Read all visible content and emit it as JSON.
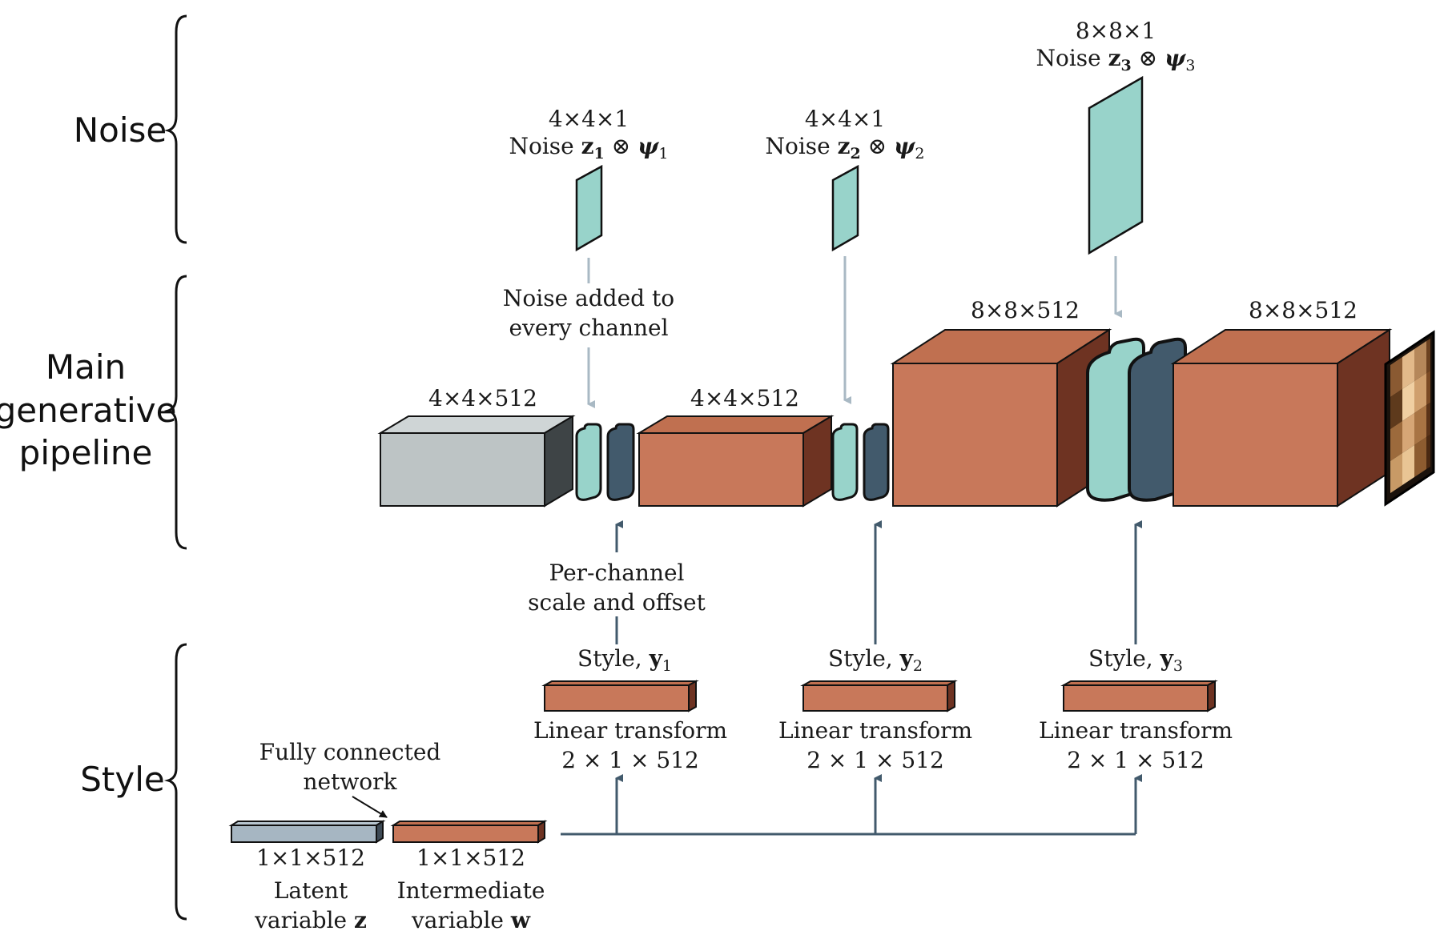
{
  "sections": {
    "noise": "Noise",
    "main_line1": "Main",
    "main_line2": "generative",
    "main_line3": "pipeline",
    "style": "Style"
  },
  "noise_maps": [
    {
      "dims": "4×4×1",
      "noise_prefix": "Noise ",
      "z": "z",
      "z_sub": "1",
      "otimes": " ⊗ ",
      "psi": "ψ",
      "psi_sub": "1"
    },
    {
      "dims": "4×4×1",
      "noise_prefix": "Noise ",
      "z": "z",
      "z_sub": "2",
      "otimes": " ⊗ ",
      "psi": "ψ",
      "psi_sub": "2"
    },
    {
      "dims": "8×8×1",
      "noise_prefix": "Noise ",
      "z": "z",
      "z_sub": "3",
      "otimes": " ⊗ ",
      "psi": "ψ",
      "psi_sub": "3"
    }
  ],
  "noise_added_line1": "Noise added to",
  "noise_added_line2": "every channel",
  "feature_blocks": [
    "4×4×512",
    "4×4×512",
    "8×8×512",
    "8×8×512"
  ],
  "per_channel_line1": "Per-channel",
  "per_channel_line2": "scale and offset",
  "styles": [
    {
      "prefix": "Style, ",
      "y": "y",
      "sub": "1",
      "transform": "Linear transform",
      "dims": "2 × 1 × 512"
    },
    {
      "prefix": "Style, ",
      "y": "y",
      "sub": "2",
      "transform": "Linear transform",
      "dims": "2 × 1 × 512"
    },
    {
      "prefix": "Style, ",
      "y": "y",
      "sub": "3",
      "transform": "Linear transform",
      "dims": "2 × 1 × 512"
    }
  ],
  "fc_line1": "Fully connected",
  "fc_line2": "network",
  "latent": {
    "dims": "1×1×512",
    "line1": "Latent",
    "line2_prefix": "variable ",
    "symbol": "z"
  },
  "intermediate": {
    "dims": "1×1×512",
    "line1": "Intermediate",
    "line2_prefix": "variable ",
    "symbol": "w"
  },
  "colors": {
    "orange_front": "#c8785a",
    "orange_top": "#c07050",
    "orange_side": "#6e3322",
    "gray_front": "#bdc4c5",
    "gray_side": "#3e4446",
    "teal": "#98d3ca",
    "slate": "#425a6c",
    "latent_blue": "#a6b6c2",
    "arrow_gray": "#a9b9c4",
    "arrow_dark": "#425a6c"
  }
}
